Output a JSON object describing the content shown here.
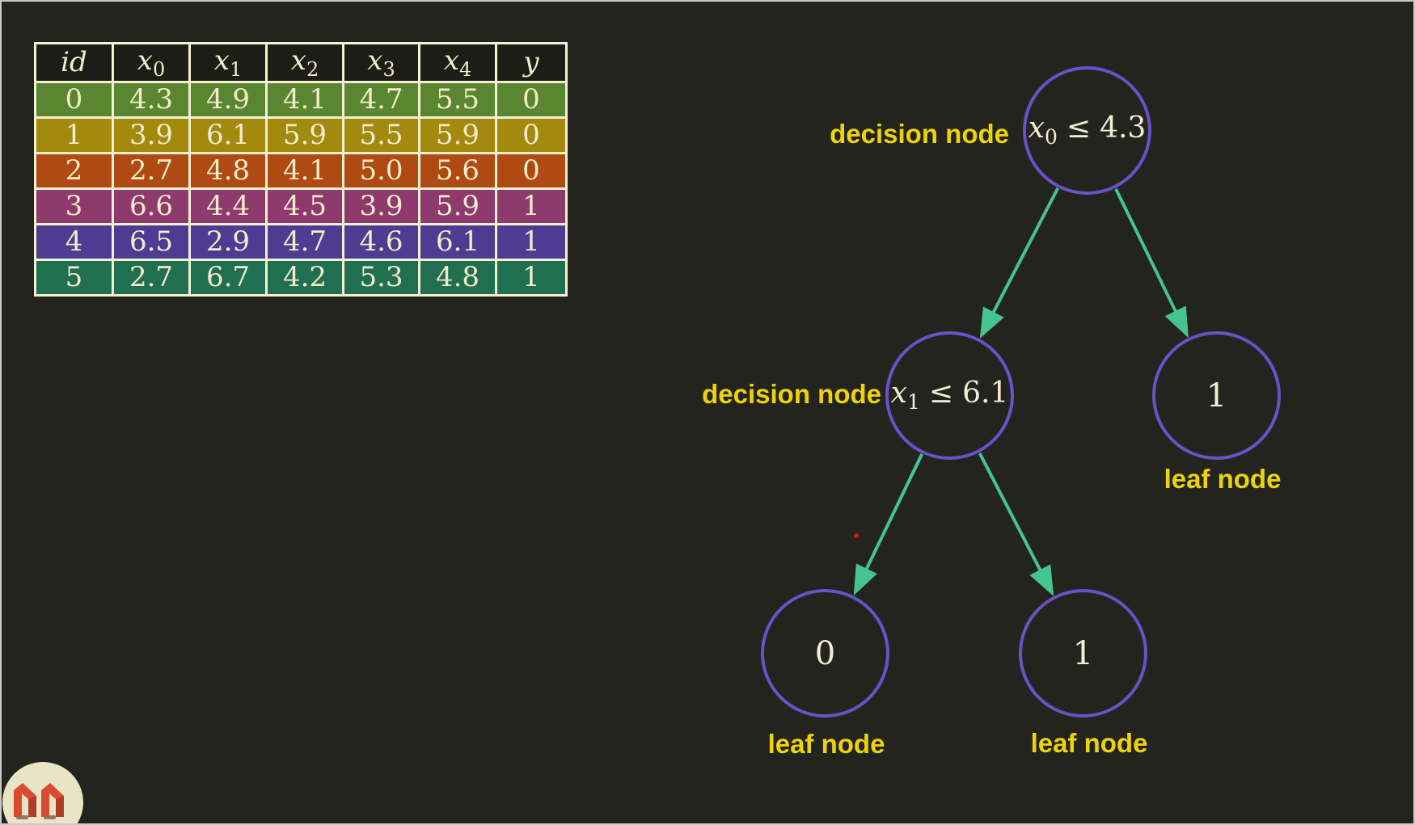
{
  "colors": {
    "background": "#23241e",
    "frame": "#c9c9c6",
    "table_border": "#f4f0d2",
    "table_header_bg": "#1c1d17",
    "table_text": "#f2ecca",
    "node_stroke": "#6a51c8",
    "node_text": "#f2eed6",
    "arrow": "#45c48d",
    "annotation": "#eed308",
    "pointer_dot": "#e31414",
    "logo_bg": "#e9e5c4",
    "logo_letters": "#da4a33",
    "logo_letters_dark": "#b23c2a"
  },
  "table": {
    "headers": [
      "id",
      "x0",
      "x1",
      "x2",
      "x3",
      "x4",
      "y"
    ],
    "rows": [
      {
        "color": "#5a8632",
        "cells": [
          "0",
          "4.3",
          "4.9",
          "4.1",
          "4.7",
          "5.5",
          "0"
        ]
      },
      {
        "color": "#a3890e",
        "cells": [
          "1",
          "3.9",
          "6.1",
          "5.9",
          "5.5",
          "5.9",
          "0"
        ]
      },
      {
        "color": "#ae4a12",
        "cells": [
          "2",
          "2.7",
          "4.8",
          "4.1",
          "5.0",
          "5.6",
          "0"
        ]
      },
      {
        "color": "#8f3a6d",
        "cells": [
          "3",
          "6.6",
          "4.4",
          "4.5",
          "3.9",
          "5.9",
          "1"
        ]
      },
      {
        "color": "#4c3d92",
        "cells": [
          "4",
          "6.5",
          "2.9",
          "4.7",
          "4.6",
          "6.1",
          "1"
        ]
      },
      {
        "color": "#1f6f50",
        "cells": [
          "5",
          "2.7",
          "6.7",
          "4.2",
          "5.3",
          "4.8",
          "1"
        ]
      }
    ]
  },
  "tree": {
    "decision_label": "decision node",
    "leaf_label": "leaf node",
    "nodes": {
      "root": {
        "type": "decision",
        "var": "x",
        "sub": "0",
        "op": "≤",
        "value": "4.3"
      },
      "internal": {
        "type": "decision",
        "var": "x",
        "sub": "1",
        "op": "≤",
        "value": "6.1"
      },
      "leaf_right": {
        "type": "leaf",
        "label": "1"
      },
      "leaf_bottom_left": {
        "type": "leaf",
        "label": "0"
      },
      "leaf_bottom_right": {
        "type": "leaf",
        "label": "1"
      }
    }
  }
}
